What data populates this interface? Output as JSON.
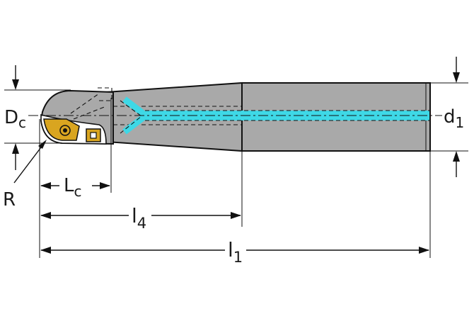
{
  "labels": {
    "dc_main": "D",
    "dc_sub": "c",
    "d1_main": "d",
    "d1_sub": "1",
    "lc_main": "L",
    "lc_sub": "c",
    "l4_main": "l",
    "l4_sub": "4",
    "l1_main": "l",
    "l1_sub": "1",
    "r": "R"
  },
  "colors": {
    "body": "#a9a9a9",
    "outline": "#111111",
    "coolant": "#3ed8e6",
    "insert": "#d9a520"
  }
}
